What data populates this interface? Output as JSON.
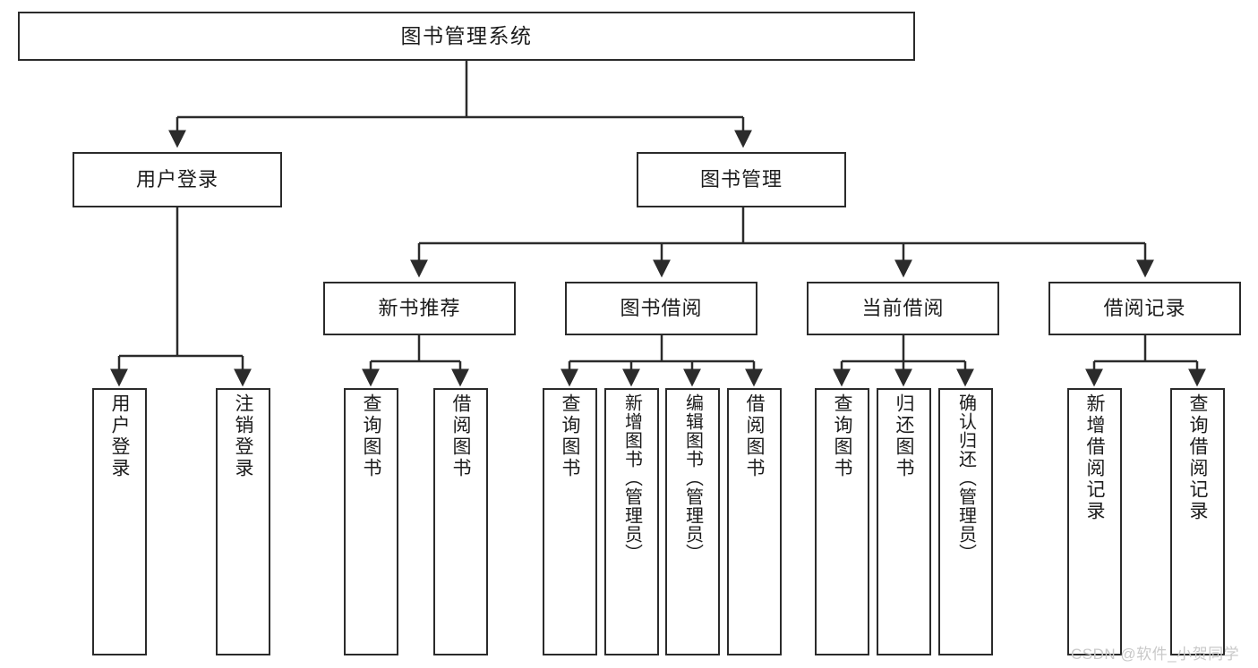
{
  "diagram": {
    "title": "图书管理系统",
    "type": "hierarchy-tree",
    "nodes": {
      "root": {
        "label": "图书管理系统"
      },
      "level2": [
        {
          "label": "用户登录"
        },
        {
          "label": "图书管理"
        }
      ],
      "level3": [
        {
          "label": "新书推荐"
        },
        {
          "label": "图书借阅"
        },
        {
          "label": "当前借阅"
        },
        {
          "label": "借阅记录"
        }
      ],
      "leaves": {
        "user_login": [
          {
            "label": "用户登录"
          },
          {
            "label": "注销登录"
          }
        ],
        "new_book_recommend": [
          {
            "label": "查询图书"
          },
          {
            "label": "借阅图书"
          }
        ],
        "book_borrow": [
          {
            "label": "查询图书"
          },
          {
            "label": "新增图书（管理员）"
          },
          {
            "label": "编辑图书（管理员）"
          },
          {
            "label": "借阅图书"
          }
        ],
        "current_borrow": [
          {
            "label": "查询图书"
          },
          {
            "label": "归还图书"
          },
          {
            "label": "确认归还（管理员）"
          }
        ],
        "borrow_record": [
          {
            "label": "新增借阅记录"
          },
          {
            "label": "查询借阅记录"
          }
        ]
      }
    },
    "watermark": "CSDN @软件_小贺同学",
    "colors": {
      "stroke": "#2b2b2b",
      "fill": "#ffffff",
      "text": "#1c1c1c",
      "watermark": "#c9c9c9"
    }
  }
}
